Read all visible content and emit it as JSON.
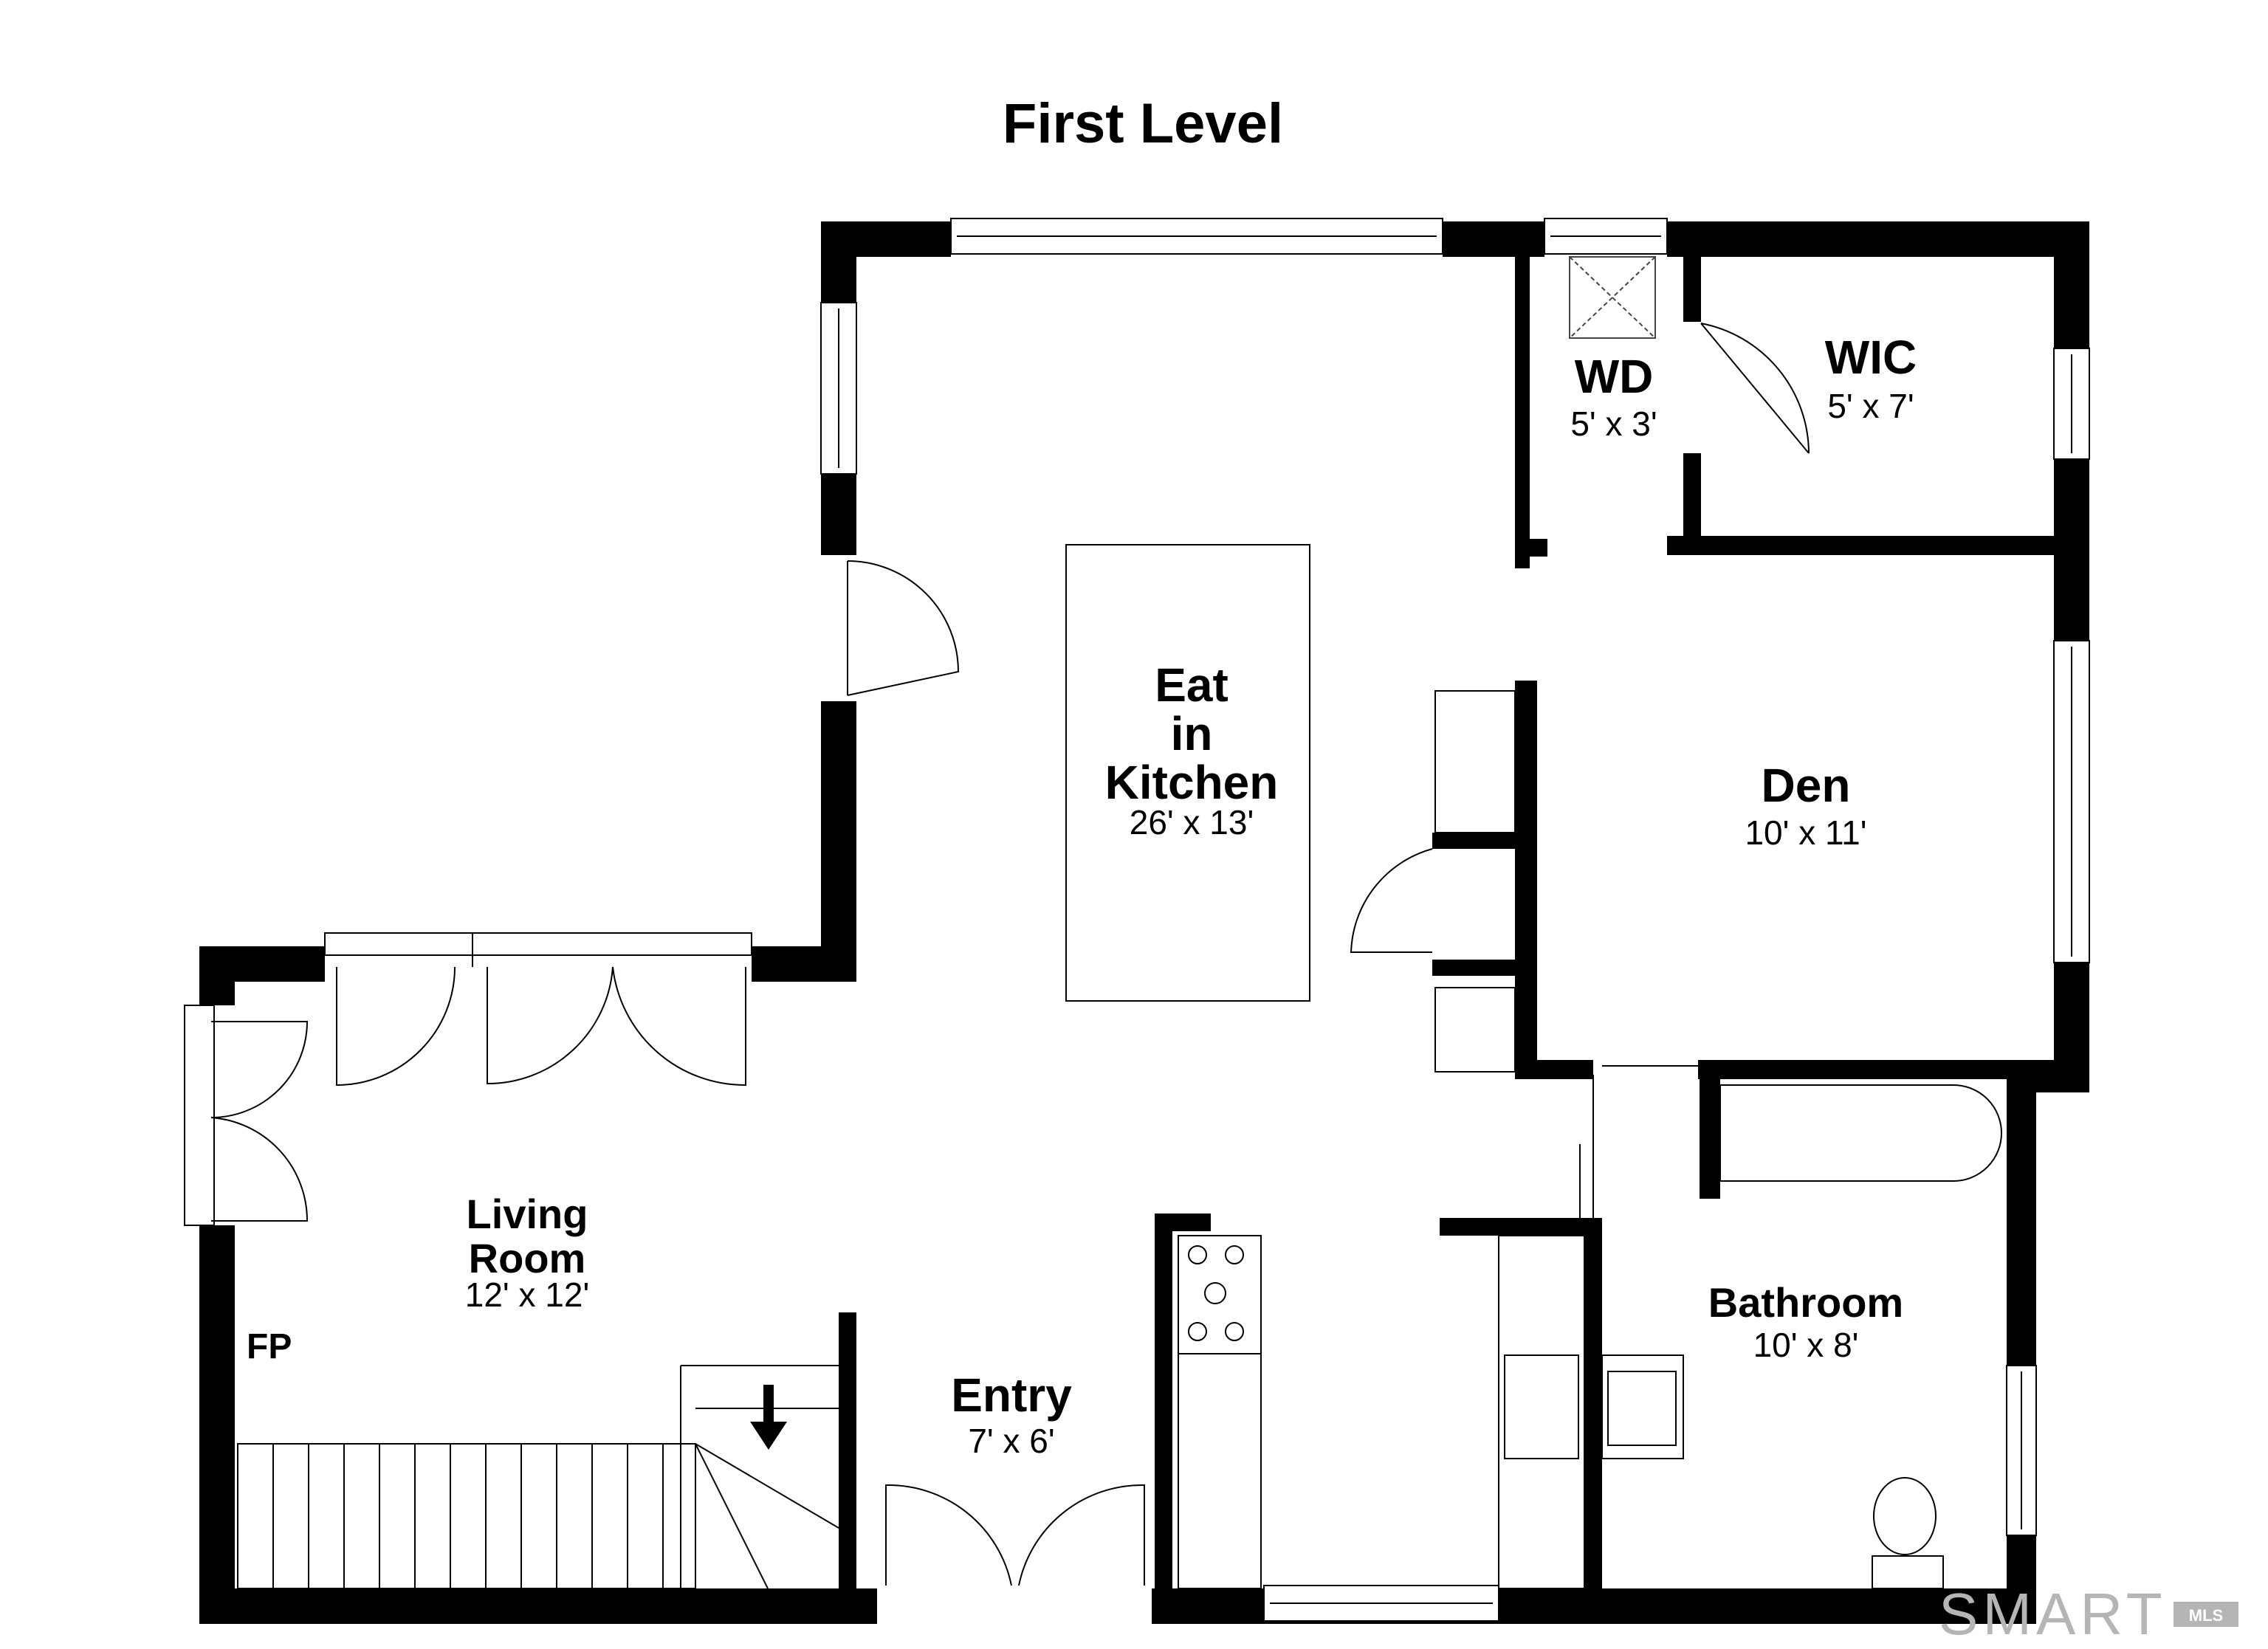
{
  "title": "First Level",
  "rooms": {
    "kitchen": {
      "name_lines": [
        "Eat",
        "in",
        "Kitchen"
      ],
      "dims": "26' x 13'"
    },
    "wd": {
      "name": "WD",
      "dims": "5' x 3'"
    },
    "wic": {
      "name": "WIC",
      "dims": "5' x 7'"
    },
    "den": {
      "name": "Den",
      "dims": "10' x 11'"
    },
    "living": {
      "name_lines": [
        "Living",
        "Room"
      ],
      "dims": "12' x 12'"
    },
    "entry": {
      "name": "Entry",
      "dims": "7' x 6'"
    },
    "bathroom": {
      "name": "Bathroom",
      "dims": "10' x 8'"
    }
  },
  "fireplace_label": "FP",
  "logo": {
    "text": "SMART",
    "suffix": "MLS"
  }
}
